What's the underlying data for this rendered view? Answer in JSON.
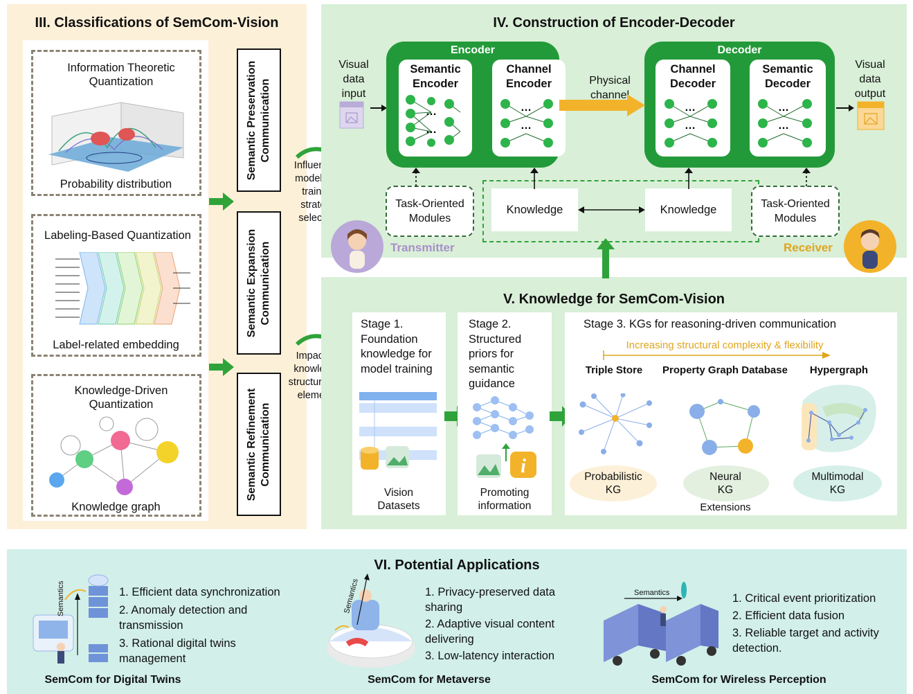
{
  "panel3": {
    "title": "III. Classifications of SemCom-Vision",
    "box1": {
      "title": "Information Theoretic Quantization",
      "caption": "Probability distribution"
    },
    "box2": {
      "title": "Labeling-Based Quantization",
      "caption": "Label-related embedding"
    },
    "box3": {
      "title": "Knowledge-Driven Quantization",
      "caption": "Knowledge graph"
    },
    "vertical": [
      "Semantic Preservation Communication",
      "Semantic Expansion Communication",
      "Semantic Refinement Communication"
    ],
    "note1": "Influencing model and training strategy selection",
    "note2": "Impacting knowledge structure and elements"
  },
  "panel4": {
    "title": "IV. Construction of Encoder-Decoder",
    "input_label": "Visual data input",
    "output_label": "Visual data output",
    "encoder": {
      "title": "Encoder",
      "semantic": "Semantic Encoder",
      "channel": "Channel Encoder"
    },
    "decoder": {
      "title": "Decoder",
      "channel": "Channel Decoder",
      "semantic": "Semantic Decoder"
    },
    "physical_channel": "Physical channel",
    "task_left": "Task-Oriented Modules",
    "task_right": "Task-Oriented Modules",
    "knowledge_left": "Knowledge",
    "knowledge_right": "Knowledge",
    "transmitter": "Transmitter",
    "receiver": "Receiver"
  },
  "panel5": {
    "title": "V. Knowledge for SemCom-Vision",
    "stage1": {
      "text": "Stage 1. Foundation knowledge for model training",
      "caption": "Vision Datasets"
    },
    "stage2": {
      "text": "Stage 2. Structured priors for semantic guidance",
      "caption": "Promoting information"
    },
    "stage3": {
      "text": "Stage 3. KGs for reasoning-driven communication",
      "arrow_label": "Increasing structural complexity & flexibility",
      "cols": [
        "Triple Store",
        "Property Graph Database",
        "Hypergraph"
      ],
      "kg": [
        "Probabilistic KG",
        "Neural KG",
        "Multimodal KG"
      ],
      "extensions": "Extensions"
    }
  },
  "panel6": {
    "title": "VI. Potential Applications",
    "apps": [
      {
        "caption": "SemCom for Digital Twins",
        "icon_label": "Semantics",
        "items": [
          "1. Efficient data synchronization",
          "2. Anomaly detection and transmission",
          "3. Rational digital twins management"
        ]
      },
      {
        "caption": "SemCom for Metaverse",
        "icon_label": "Semantics",
        "items": [
          "1. Privacy-preserved data sharing",
          "2. Adaptive visual content delivering",
          "3. Low-latency interaction"
        ]
      },
      {
        "caption": "SemCom for Wireless Perception",
        "icon_label": "Semantics",
        "items": [
          "1. Critical event prioritization",
          "2. Efficient data fusion",
          "3. Reliable target and activity detection."
        ]
      }
    ]
  },
  "colors": {
    "panel3_bg": "#fdf0d8",
    "panel4_bg": "#d9efd8",
    "panel6_bg": "#d2efe9",
    "green": "#239a39",
    "arrow_green": "#2fa33a",
    "orange": "#f2b32a",
    "purple": "#a890c8"
  }
}
